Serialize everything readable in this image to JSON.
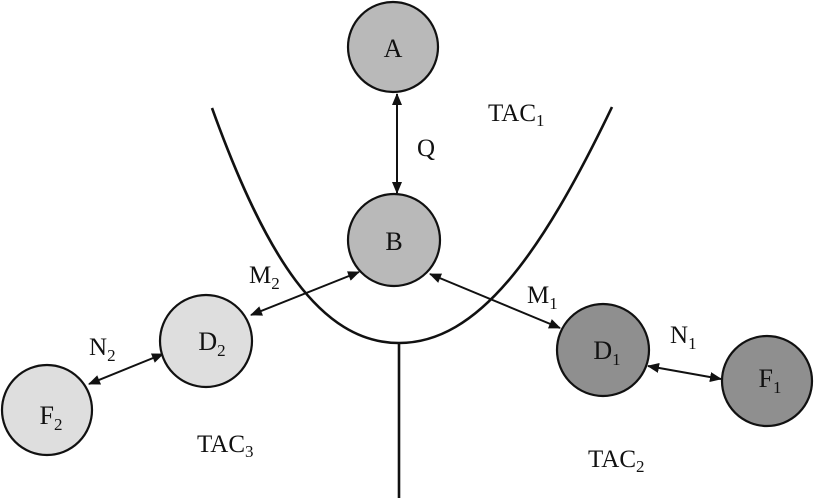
{
  "colors": {
    "stroke": "#111111",
    "node_light": "#dedede",
    "node_medium": "#b9b9b9",
    "node_dark": "#8f8f8f"
  },
  "regions": {
    "tac1": {
      "base": "TAC",
      "sub": "1"
    },
    "tac2": {
      "base": "TAC",
      "sub": "2"
    },
    "tac3": {
      "base": "TAC",
      "sub": "3"
    }
  },
  "nodes": {
    "a": {
      "base": "A",
      "sub": ""
    },
    "b": {
      "base": "B",
      "sub": ""
    },
    "d1": {
      "base": "D",
      "sub": "1"
    },
    "d2": {
      "base": "D",
      "sub": "2"
    },
    "f1": {
      "base": "F",
      "sub": "1"
    },
    "f2": {
      "base": "F",
      "sub": "2"
    }
  },
  "edges": {
    "q": {
      "base": "Q",
      "sub": ""
    },
    "m1": {
      "base": "M",
      "sub": "1"
    },
    "m2": {
      "base": "M",
      "sub": "2"
    },
    "n1": {
      "base": "N",
      "sub": "1"
    },
    "n2": {
      "base": "N",
      "sub": "2"
    }
  }
}
